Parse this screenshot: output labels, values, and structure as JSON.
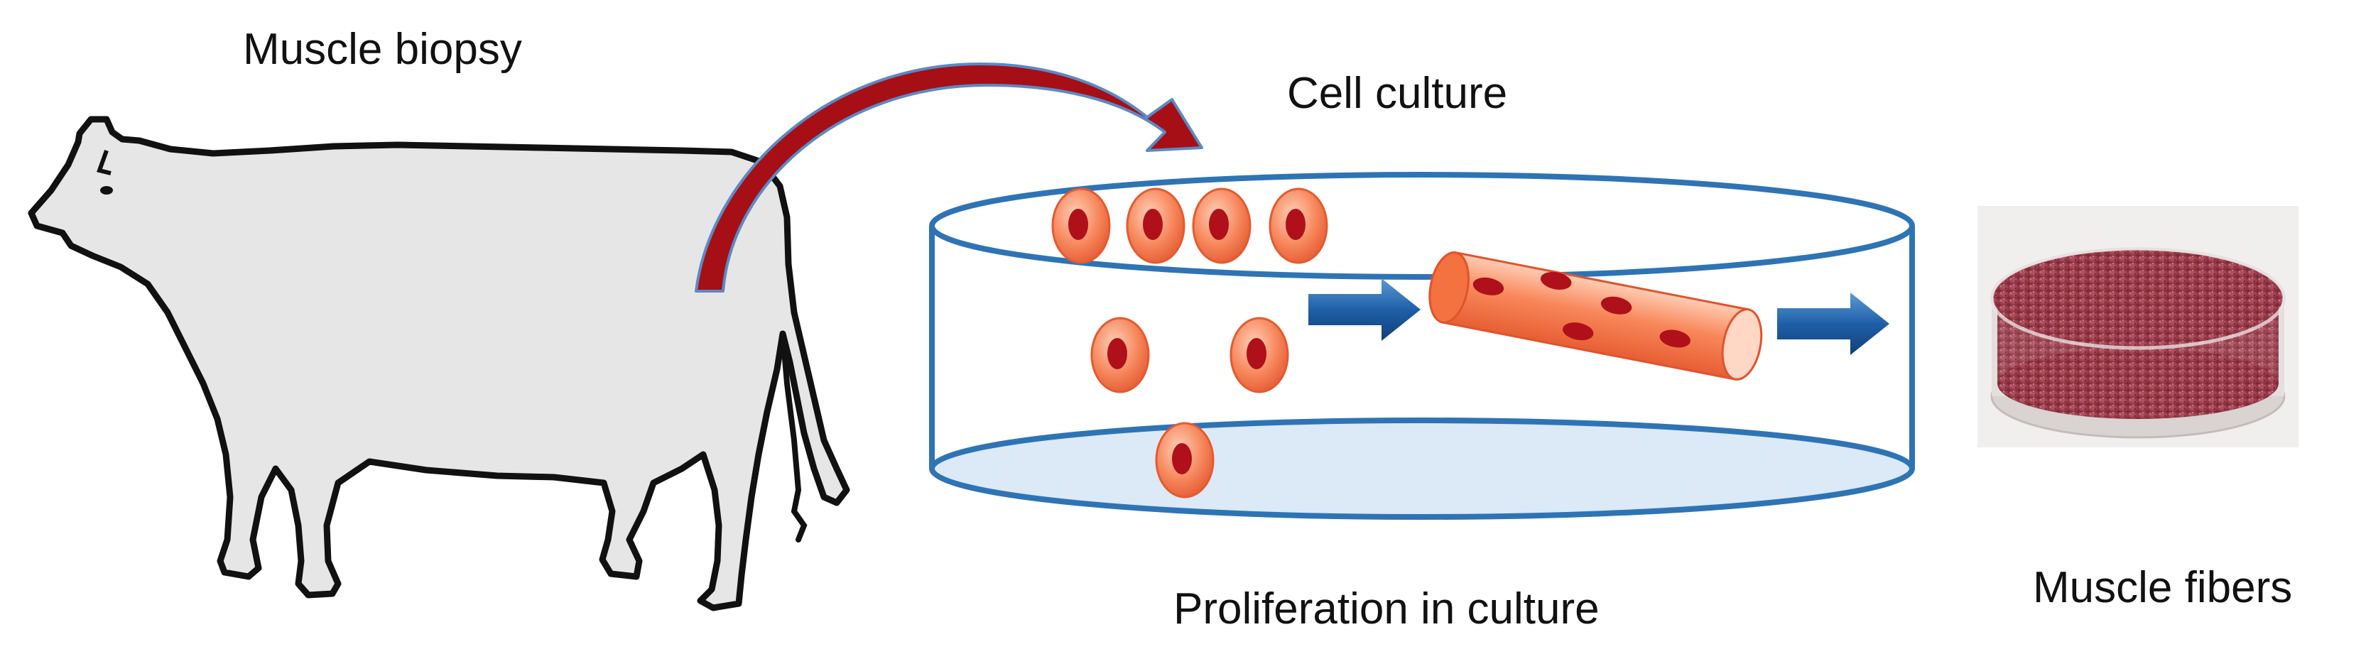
{
  "labels": {
    "biopsy": "Muscle biopsy",
    "culture": "Cell culture",
    "proliferation": "Proliferation in culture",
    "fibers": "Muscle fibers"
  },
  "colors": {
    "cow_fill": "#e6e6e6",
    "cow_outline": "#111111",
    "curved_arrow": "#a50f15",
    "dish_rim": "#2e74b5",
    "dish_base_fill": "#dce9f6",
    "cell_outer": "#f0643c",
    "cell_nucleus": "#b0101a",
    "fiber_body": "#f57c52",
    "process_arrow": "#1f5fa8",
    "meat_dish_fill": "#9b3d4a"
  },
  "icons": {
    "cow": "cow-silhouette",
    "biopsy_arrow": "curved-arrow",
    "petri_dish": "petri-dish",
    "cells": "muscle-cell",
    "fiber": "muscle-fiber-cylinder",
    "photo": "cultured-meat-dish-photo"
  }
}
